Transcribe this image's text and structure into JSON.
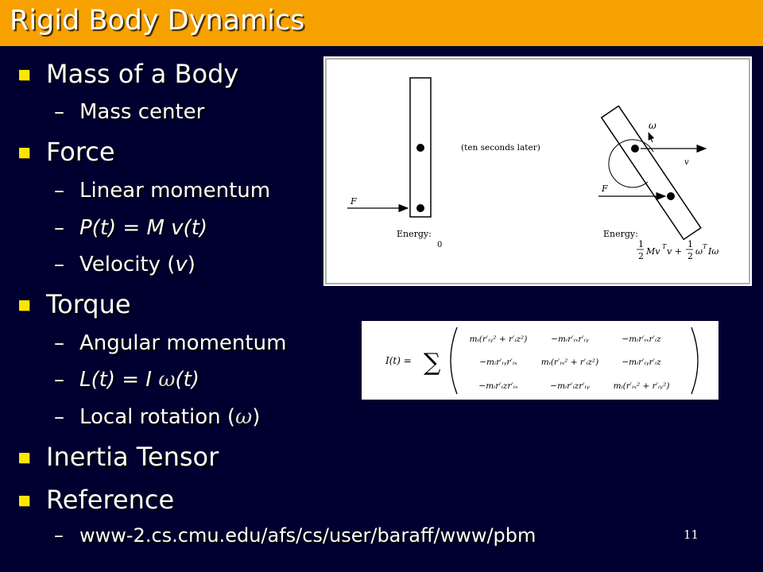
{
  "slide": {
    "title": "Rigid Body Dynamics",
    "page_number": "11"
  },
  "bullets": {
    "mass": "Mass of a Body",
    "mass_center": "Mass center",
    "force": "Force",
    "linear_momentum": "Linear momentum",
    "p_eq": "P(t) = M v(t)",
    "velocity_pre": "Velocity (",
    "velocity_sym": "v",
    "velocity_post": ")",
    "torque": "Torque",
    "angular_momentum": "Angular momentum",
    "l_eq_pre": "L(t) = I ",
    "l_eq_sym": "ω",
    "l_eq_post": "(t)",
    "local_rot_pre": "Local rotation (",
    "local_rot_sym": "ω",
    "local_rot_post": ")",
    "inertia": "Inertia Tensor",
    "reference": "Reference",
    "reference_url": "www-2.cs.cmu.edu/afs/cs/user/baraff/www/pbm",
    "dash": "–"
  },
  "figure_rigid_body": {
    "caption_later": "(ten seconds later)",
    "force_label": "F",
    "energy_label": "Energy:",
    "energy_left_value": "0",
    "omega_label": "ω",
    "v_label": "v",
    "frac_num": "1",
    "frac_den": "2",
    "term1": "Mv",
    "term1_sup": "T",
    "term1_tail": "v +",
    "term2": "ω",
    "term2_sup": "T",
    "term2_tail": "Iω"
  },
  "figure_inertia": {
    "lhs": "I(t) =",
    "sum": "∑",
    "matrix": [
      [
        "mᵢ(r′ᵢᵧ² + r′ᵢz²)",
        "−mᵢr′ᵢₓr′ᵢᵧ",
        "−mᵢr′ᵢₓr′ᵢz"
      ],
      [
        "−mᵢr′ᵢᵧr′ᵢₓ",
        "mᵢ(r′ᵢₓ² + r′ᵢz²)",
        "−mᵢr′ᵢᵧr′ᵢz"
      ],
      [
        "−mᵢr′ᵢzr′ᵢₓ",
        "−mᵢr′ᵢzr′ᵢᵧ",
        "mᵢ(r′ᵢₓ² + r′ᵢᵧ²)"
      ]
    ]
  }
}
